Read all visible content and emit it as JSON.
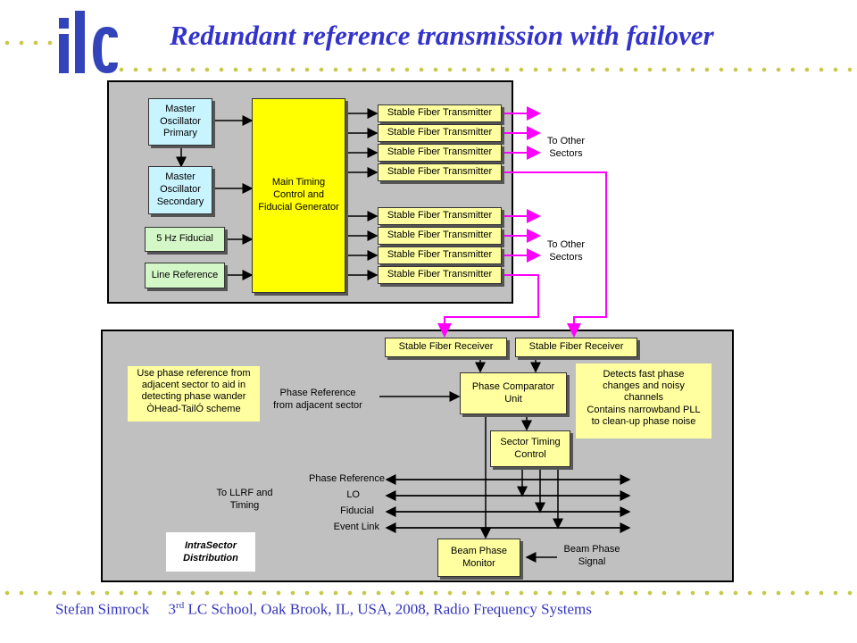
{
  "header": {
    "logo_text": "ilc",
    "title": "Redundant reference transmission with failover"
  },
  "top_panel": {
    "master_primary": "Master\nOscillator\nPrimary",
    "master_secondary": "Master\nOscillator\nSecondary",
    "fiducial_5hz": "5 Hz Fiducial",
    "line_reference": "Line Reference",
    "main_timing": "Main Timing\nControl and\nFiducial Generator",
    "transmitters": [
      "Stable Fiber Transmitter",
      "Stable Fiber Transmitter",
      "Stable Fiber Transmitter",
      "Stable Fiber Transmitter",
      "Stable Fiber Transmitter",
      "Stable Fiber Transmitter",
      "Stable Fiber Transmitter",
      "Stable Fiber Transmitter"
    ],
    "to_other_sectors_1": "To Other\nSectors",
    "to_other_sectors_2": "To Other\nSectors"
  },
  "bottom_panel": {
    "receiver_left": "Stable Fiber Receiver",
    "receiver_right": "Stable Fiber Receiver",
    "phase_comparator": "Phase Comparator\nUnit",
    "sector_timing": "Sector Timing\nControl",
    "beam_phase_monitor": "Beam Phase\nMonitor",
    "note_left": "Use phase reference from\nadjacent sector to aid in\ndetecting phase wander\nÒHead-TailÓ scheme",
    "phase_ref_adjacent": "Phase Reference\nfrom adjacent sector",
    "note_right": "Detects fast phase\nchanges and noisy\nchannels\nContains narrowband PLL\nto clean-up phase noise",
    "to_llrf": "To LLRF and\nTiming",
    "bus_labels": [
      "Phase Reference",
      "LO",
      "Fiducial",
      "Event Link"
    ],
    "beam_phase_signal": "Beam Phase\nSignal",
    "intrasector": "IntraSector\nDistribution"
  },
  "footer": {
    "author": "Stefan Simrock",
    "ordinal": "3",
    "ordinal_suffix": "rd",
    "rest": " LC  School, Oak Brook, IL, USA, 2008,  Radio Frequency Systems"
  },
  "colors": {
    "title": "#3333cc",
    "fiber_line": "#ff00ff",
    "main_timing_fill": "#ffff00",
    "transmitter_fill": "#ffffa0",
    "oscillator_fill": "#c8f4ff",
    "panel_fill": "#c0c0c0"
  }
}
